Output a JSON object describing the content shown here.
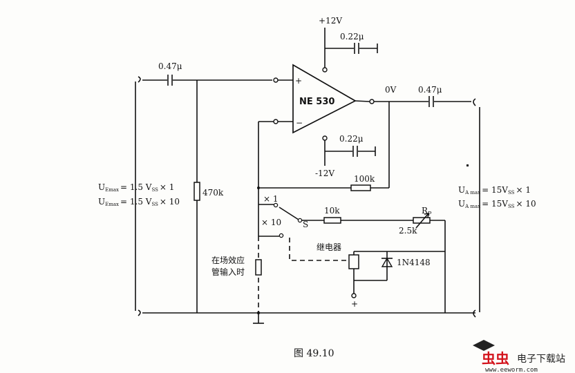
{
  "labels": {
    "vplus": "+12V",
    "vminus": "-12V",
    "cap_top": "0.22μ",
    "cap_bottom": "0.22μ",
    "cap_in": "0.47μ",
    "cap_out": "0.47μ",
    "out_voltage": "0V",
    "opamp": "NE 530",
    "opamp_plus": "+",
    "opamp_minus": "−",
    "r_input": "470k",
    "r_feedback": "100k",
    "r_10k": "10k",
    "rp": "R",
    "rp_sub": "P",
    "rp_value": "2.5k",
    "switch_x1": "× 1",
    "switch_x10": "× 10",
    "switch_s": "S",
    "relay": "继电器",
    "diode": "1N4148",
    "plus_terminal": "+",
    "fet_line1": "在场效应",
    "fet_line2": "管输入时",
    "figure_caption": "图 49.10",
    "watermark_brand": "电子下载站",
    "watermark_logo": "虫虫",
    "watermark_url": "www.eeworm.com"
  },
  "left_formula": {
    "line1": {
      "a": "U",
      "sub": "Emax",
      "b": "= 1.5 V",
      "sub2": "SS",
      "c": "× 1"
    },
    "line2": {
      "a": "U",
      "sub": "Emax",
      "b": "= 1.5 V",
      "sub2": "SS",
      "c": "× 10"
    }
  },
  "right_formula": {
    "line1": {
      "a": "U",
      "sub": "A max",
      "b": "= 15V",
      "sub2": "SS",
      "c": "× 1"
    },
    "line2": {
      "a": "U",
      "sub": "A max",
      "b": "= 15V",
      "sub2": "SS",
      "c": "× 10"
    }
  }
}
